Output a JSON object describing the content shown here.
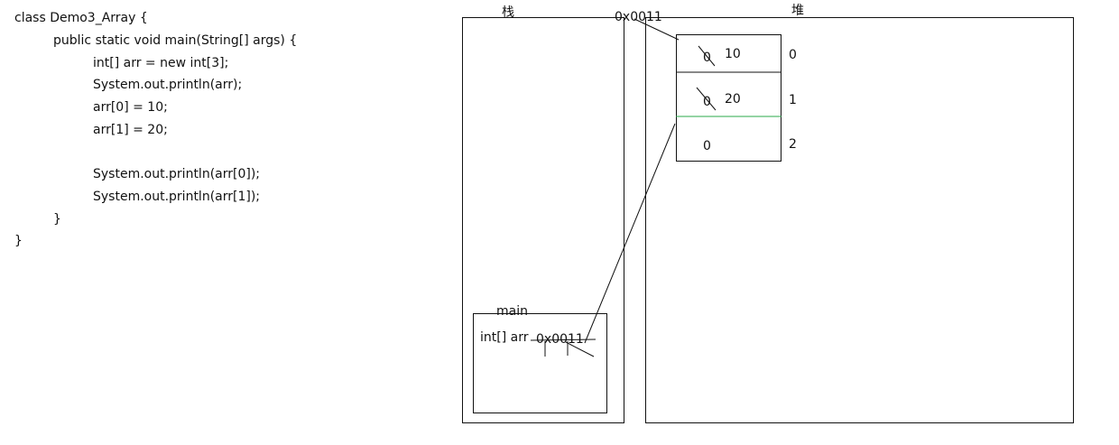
{
  "code": {
    "lines": [
      "class Demo3_Array {",
      "public static void main(String[] args) {",
      "int[] arr = new int[3];",
      "System.out.println(arr);",
      "arr[0] = 10;",
      "arr[1] = 20;",
      "System.out.println(arr[0]);",
      "System.out.println(arr[1]);",
      "}",
      "}"
    ]
  },
  "diagram": {
    "stack_title": "栈",
    "heap_title": "堆",
    "heap_address": "0x0011",
    "frame_label": "main",
    "variable": {
      "declaration": "int[] arr",
      "address": "0x0011"
    },
    "array_cells": [
      {
        "old_value": "0",
        "new_value": "10",
        "index": "0"
      },
      {
        "old_value": "0",
        "new_value": "20",
        "index": "1"
      },
      {
        "old_value": "",
        "new_value": "0",
        "index": "2"
      }
    ]
  }
}
